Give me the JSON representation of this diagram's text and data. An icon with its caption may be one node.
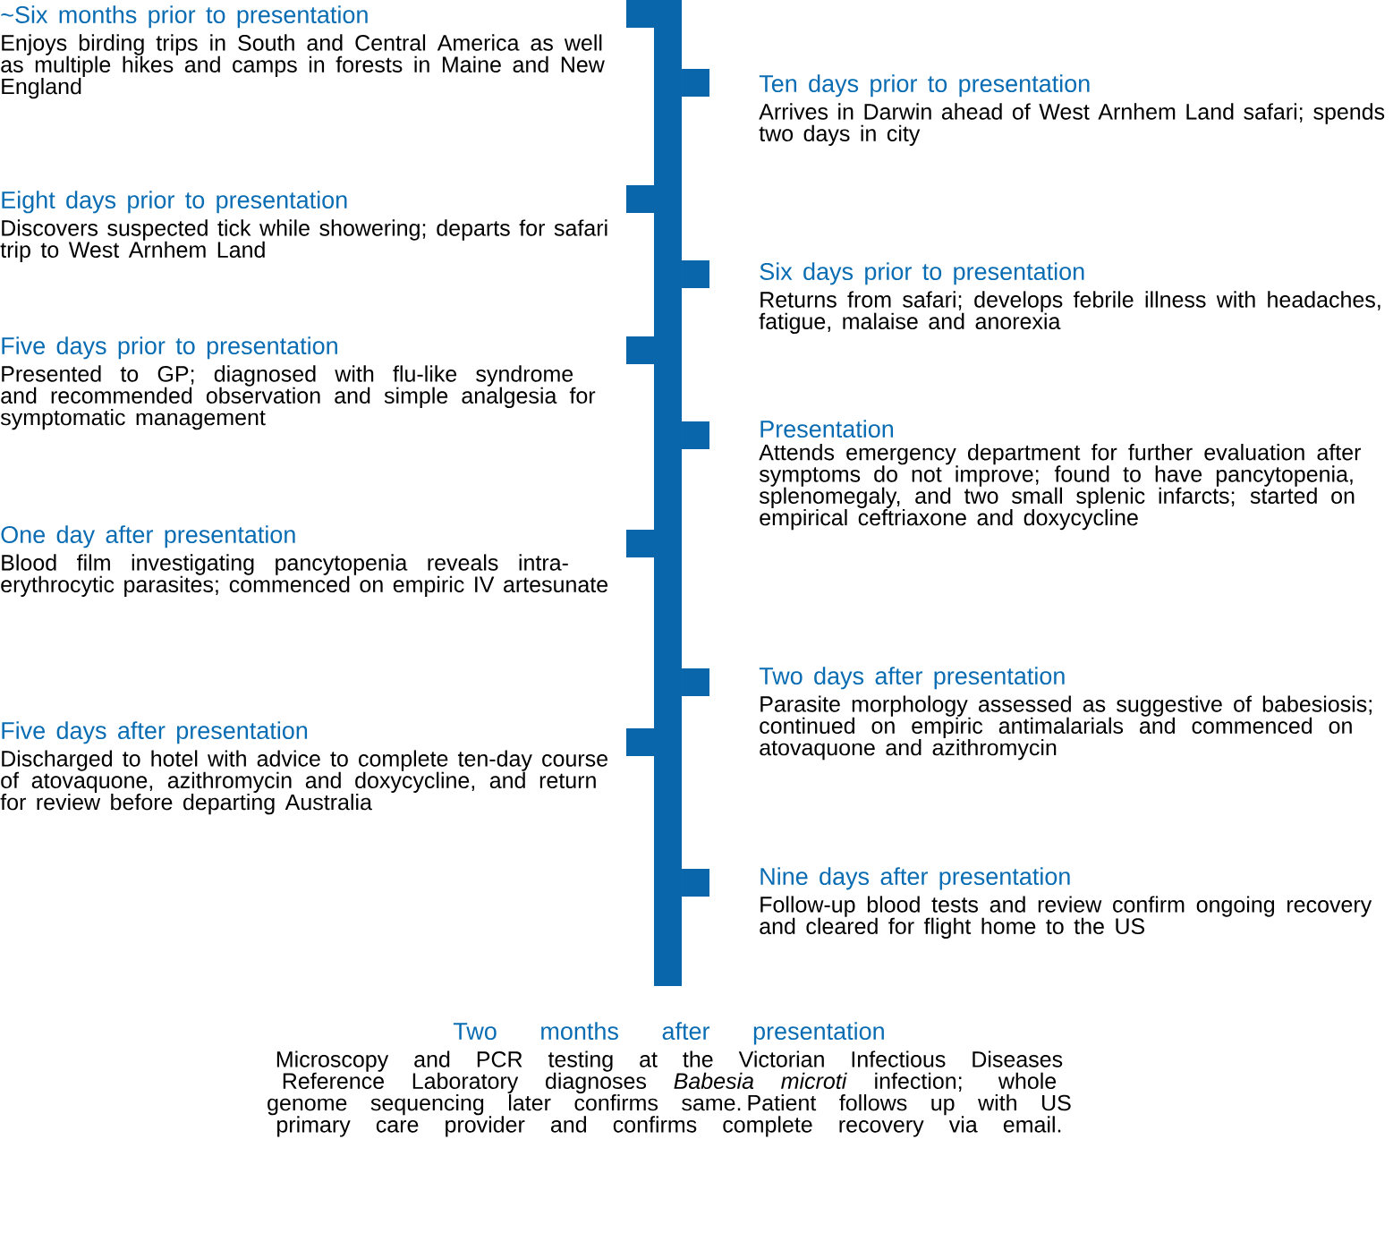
{
  "diagram": {
    "nodes": [
      {
        "text": [
          "~Six months prior to presentation",
          "Enjoys birding trips in South and Central America as well as multiple hikes and camps in forests in Maine and New England"
        ]
      },
      {
        "text": [
          "Ten days prior to presentation",
          "Arrives in Darwin ahead of West Arnhem Land safari; spends two days in city"
        ]
      },
      {
        "text": [
          "Eight days prior to presentation",
          "Discovers suspected tick while showering; departs for safari trip to West Arnhem Land"
        ]
      },
      {
        "text": [
          "Six days prior to presentation",
          "Returns from safari; develops febrile illness with headaches, fatigue, malaise and anorexia"
        ]
      },
      {
        "text": [
          "Five days prior to presentation",
          "Presented to GP; diagnosed with flu-like syndrome and recommended observation and simple analgesia for symptomatic management"
        ]
      },
      {
        "text": [
          "Presentation",
          "Attends emergency department for further evaluation after symptoms do not improve; found to have pancytopenia, splenomegaly, and two small splenic infarcts; started on empirical ceftriaxone and doxycycline"
        ]
      },
      {
        "text": [
          "One day after presentation",
          "Blood film investigating pancytopenia reveals intra-erythrocytic parasites; commenced on empiric IV artesunate"
        ]
      },
      {
        "text": [
          "Two days after presentation",
          "Parasite morphology assessed as suggestive of babesiosis; continued on empiric antimalarials and commenced on atovaquone and azithromycin"
        ]
      },
      {
        "text": [
          "Five days after presentation",
          "Discharged to hotel with advice to complete ten-day course of atovaquone, azithromycin and doxycycline, and return for review before departing Australia"
        ]
      },
      {
        "text": [
          "Nine days after presentation",
          "Follow-up blood tests and review confirm ongoing recovery and cleared for flight home to the US"
        ]
      },
      {
        "text": [
          "Two months after presentation",
          "Microscopy and PCR testing at the Victorian Infectious Diseases Reference Laboratory diagnoses *Babesia microti* infection; whole genome sequencing later confirms same. Patient follows up with US primary care provider and confirms complete recovery via email."
        ]
      }
    ]
  }
}
